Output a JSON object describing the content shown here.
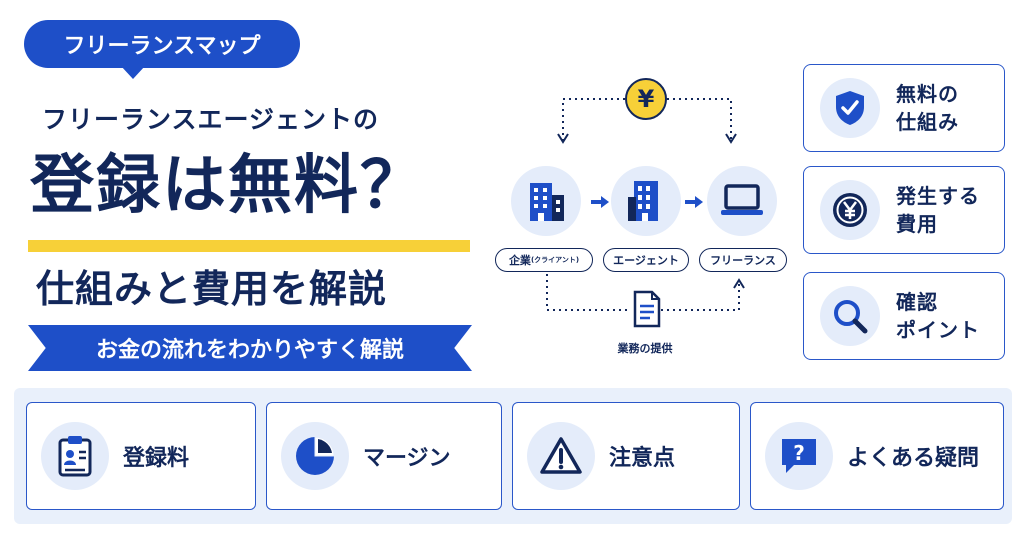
{
  "badge": {
    "label": "フリーランスマップ"
  },
  "headline": {
    "subtitle": "フリーランスエージェントの",
    "main": "登録は無料？",
    "secondary": "仕組みと費用を解説",
    "ribbon": "お金の流れをわかりやすく解説"
  },
  "flow": {
    "coin": "¥",
    "nodes": [
      {
        "label": "企業",
        "label_small": "(クライアント)",
        "icon": "building-icon"
      },
      {
        "label": "エージェント",
        "label_small": "",
        "icon": "office-tower-icon"
      },
      {
        "label": "フリーランス",
        "label_small": "",
        "icon": "laptop-icon"
      }
    ],
    "caption": "業務の提供"
  },
  "side_cards": [
    {
      "line1": "無料の",
      "line2": "仕組み",
      "icon": "shield-check-icon"
    },
    {
      "line1": "発生する",
      "line2": "費用",
      "icon": "yen-coin-icon"
    },
    {
      "line1": "確認",
      "line2": "ポイント",
      "icon": "magnifier-icon"
    }
  ],
  "bottom_cards": [
    {
      "label": "登録料",
      "icon": "clipboard-profile-icon"
    },
    {
      "label": "マージン",
      "icon": "pie-chart-icon"
    },
    {
      "label": "注意点",
      "icon": "warning-icon"
    },
    {
      "label": "よくある疑問",
      "icon": "question-bubble-icon"
    }
  ],
  "colors": {
    "primary": "#1e4fc8",
    "navy": "#12275a",
    "accent_yellow": "#f7d038",
    "icon_bg": "#e4ecfa"
  }
}
